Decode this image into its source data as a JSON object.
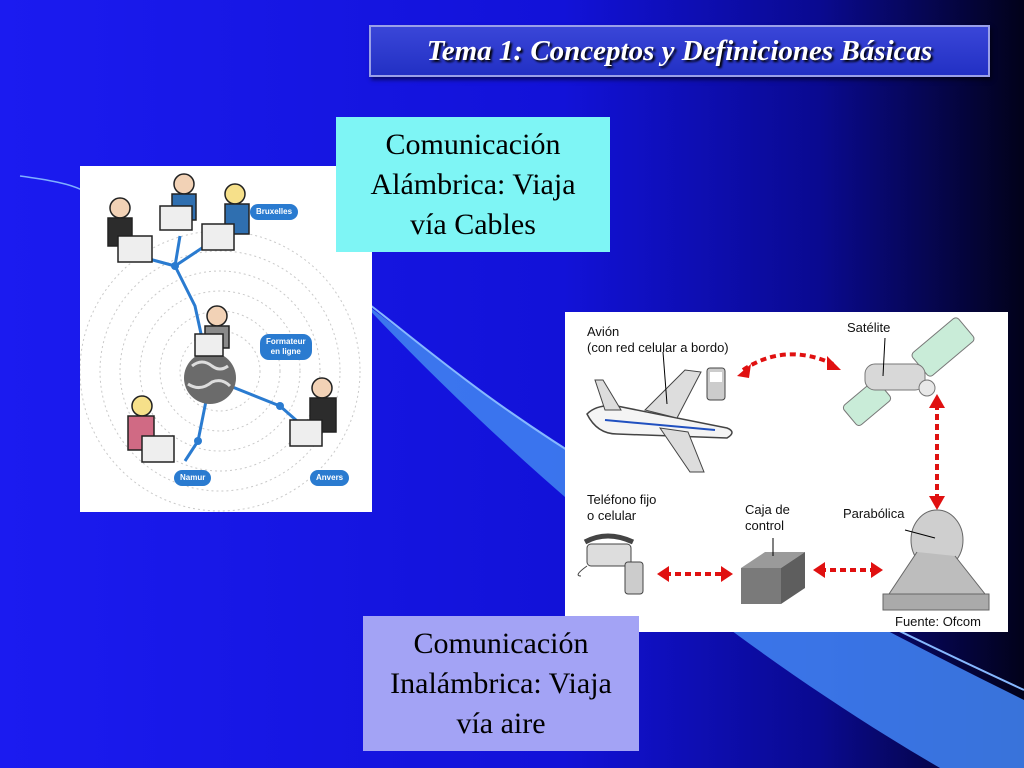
{
  "title": "Tema 1: Conceptos y Definiciones Básicas",
  "wired": {
    "line1": "Comunicación",
    "line2": "Alámbrica: Viaja",
    "line3": "vía Cables"
  },
  "wireless": {
    "line1": "Comunicación",
    "line2": "Inalámbrica: Viaja",
    "line3": "vía aire"
  },
  "left_image": {
    "tag_top": "Bruxelles",
    "tag_center_1": "Formateur",
    "tag_center_2": "en ligne",
    "tag_bottom_left": "Namur",
    "tag_bottom_right": "Anvers"
  },
  "right_image": {
    "plane_label_1": "Avión",
    "plane_label_2": "(con red celular a bordo)",
    "satellite_label": "Satélite",
    "phone_label_1": "Teléfono fijo",
    "phone_label_2": "o celular",
    "box_label_1": "Caja de",
    "box_label_2": "control",
    "dish_label": "Parabólica",
    "source": "Fuente: Ofcom"
  },
  "colors": {
    "background": "#1212d8",
    "title_box": "#2230c4",
    "wired_box": "#7ef5f5",
    "wireless_box": "#a3a3f5",
    "signal_arrow": "#e01010"
  }
}
